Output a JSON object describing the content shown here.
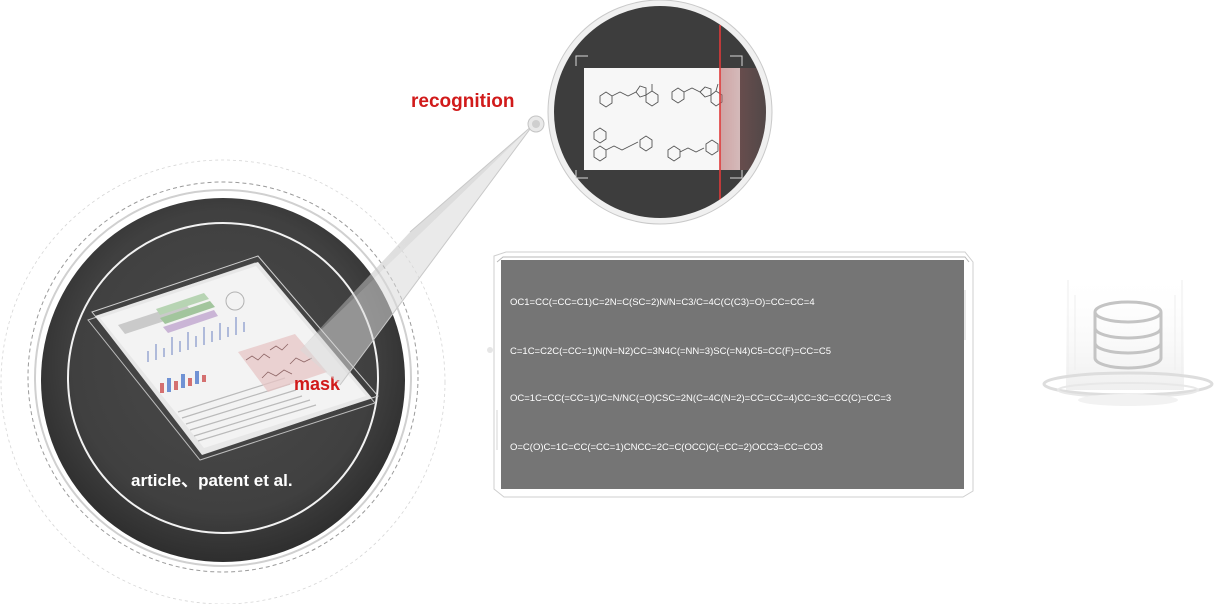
{
  "labels": {
    "recognition": "recognition",
    "mask": "mask",
    "source": "article、patent et al."
  },
  "smiles": [
    "OC1=CC(=CC=C1)C=2N=C(SC=2)N/N=C3/C=4C(C(C3)=O)=CC=CC=4",
    "C=1C=C2C(=CC=1)N(N=N2)CC=3N4C(=NN=3)SC(=N4)C5=CC(F)=CC=C5",
    "OC=1C=CC(=CC=1)/C=N/NC(=O)CSC=2N(C=4C(N=2)=CC=CC=4)CC=3C=CC(C)=CC=3",
    "O=C(O)C=1C=CC(=CC=1)CNCC=2C=C(OCC)C(=CC=2)OCC3=CC=CO3"
  ],
  "colors": {
    "accent_red": "#d11a1a",
    "dark_disc": "#3d3d3d",
    "panel": "#757575"
  },
  "icons": {
    "database": "database-icon"
  }
}
